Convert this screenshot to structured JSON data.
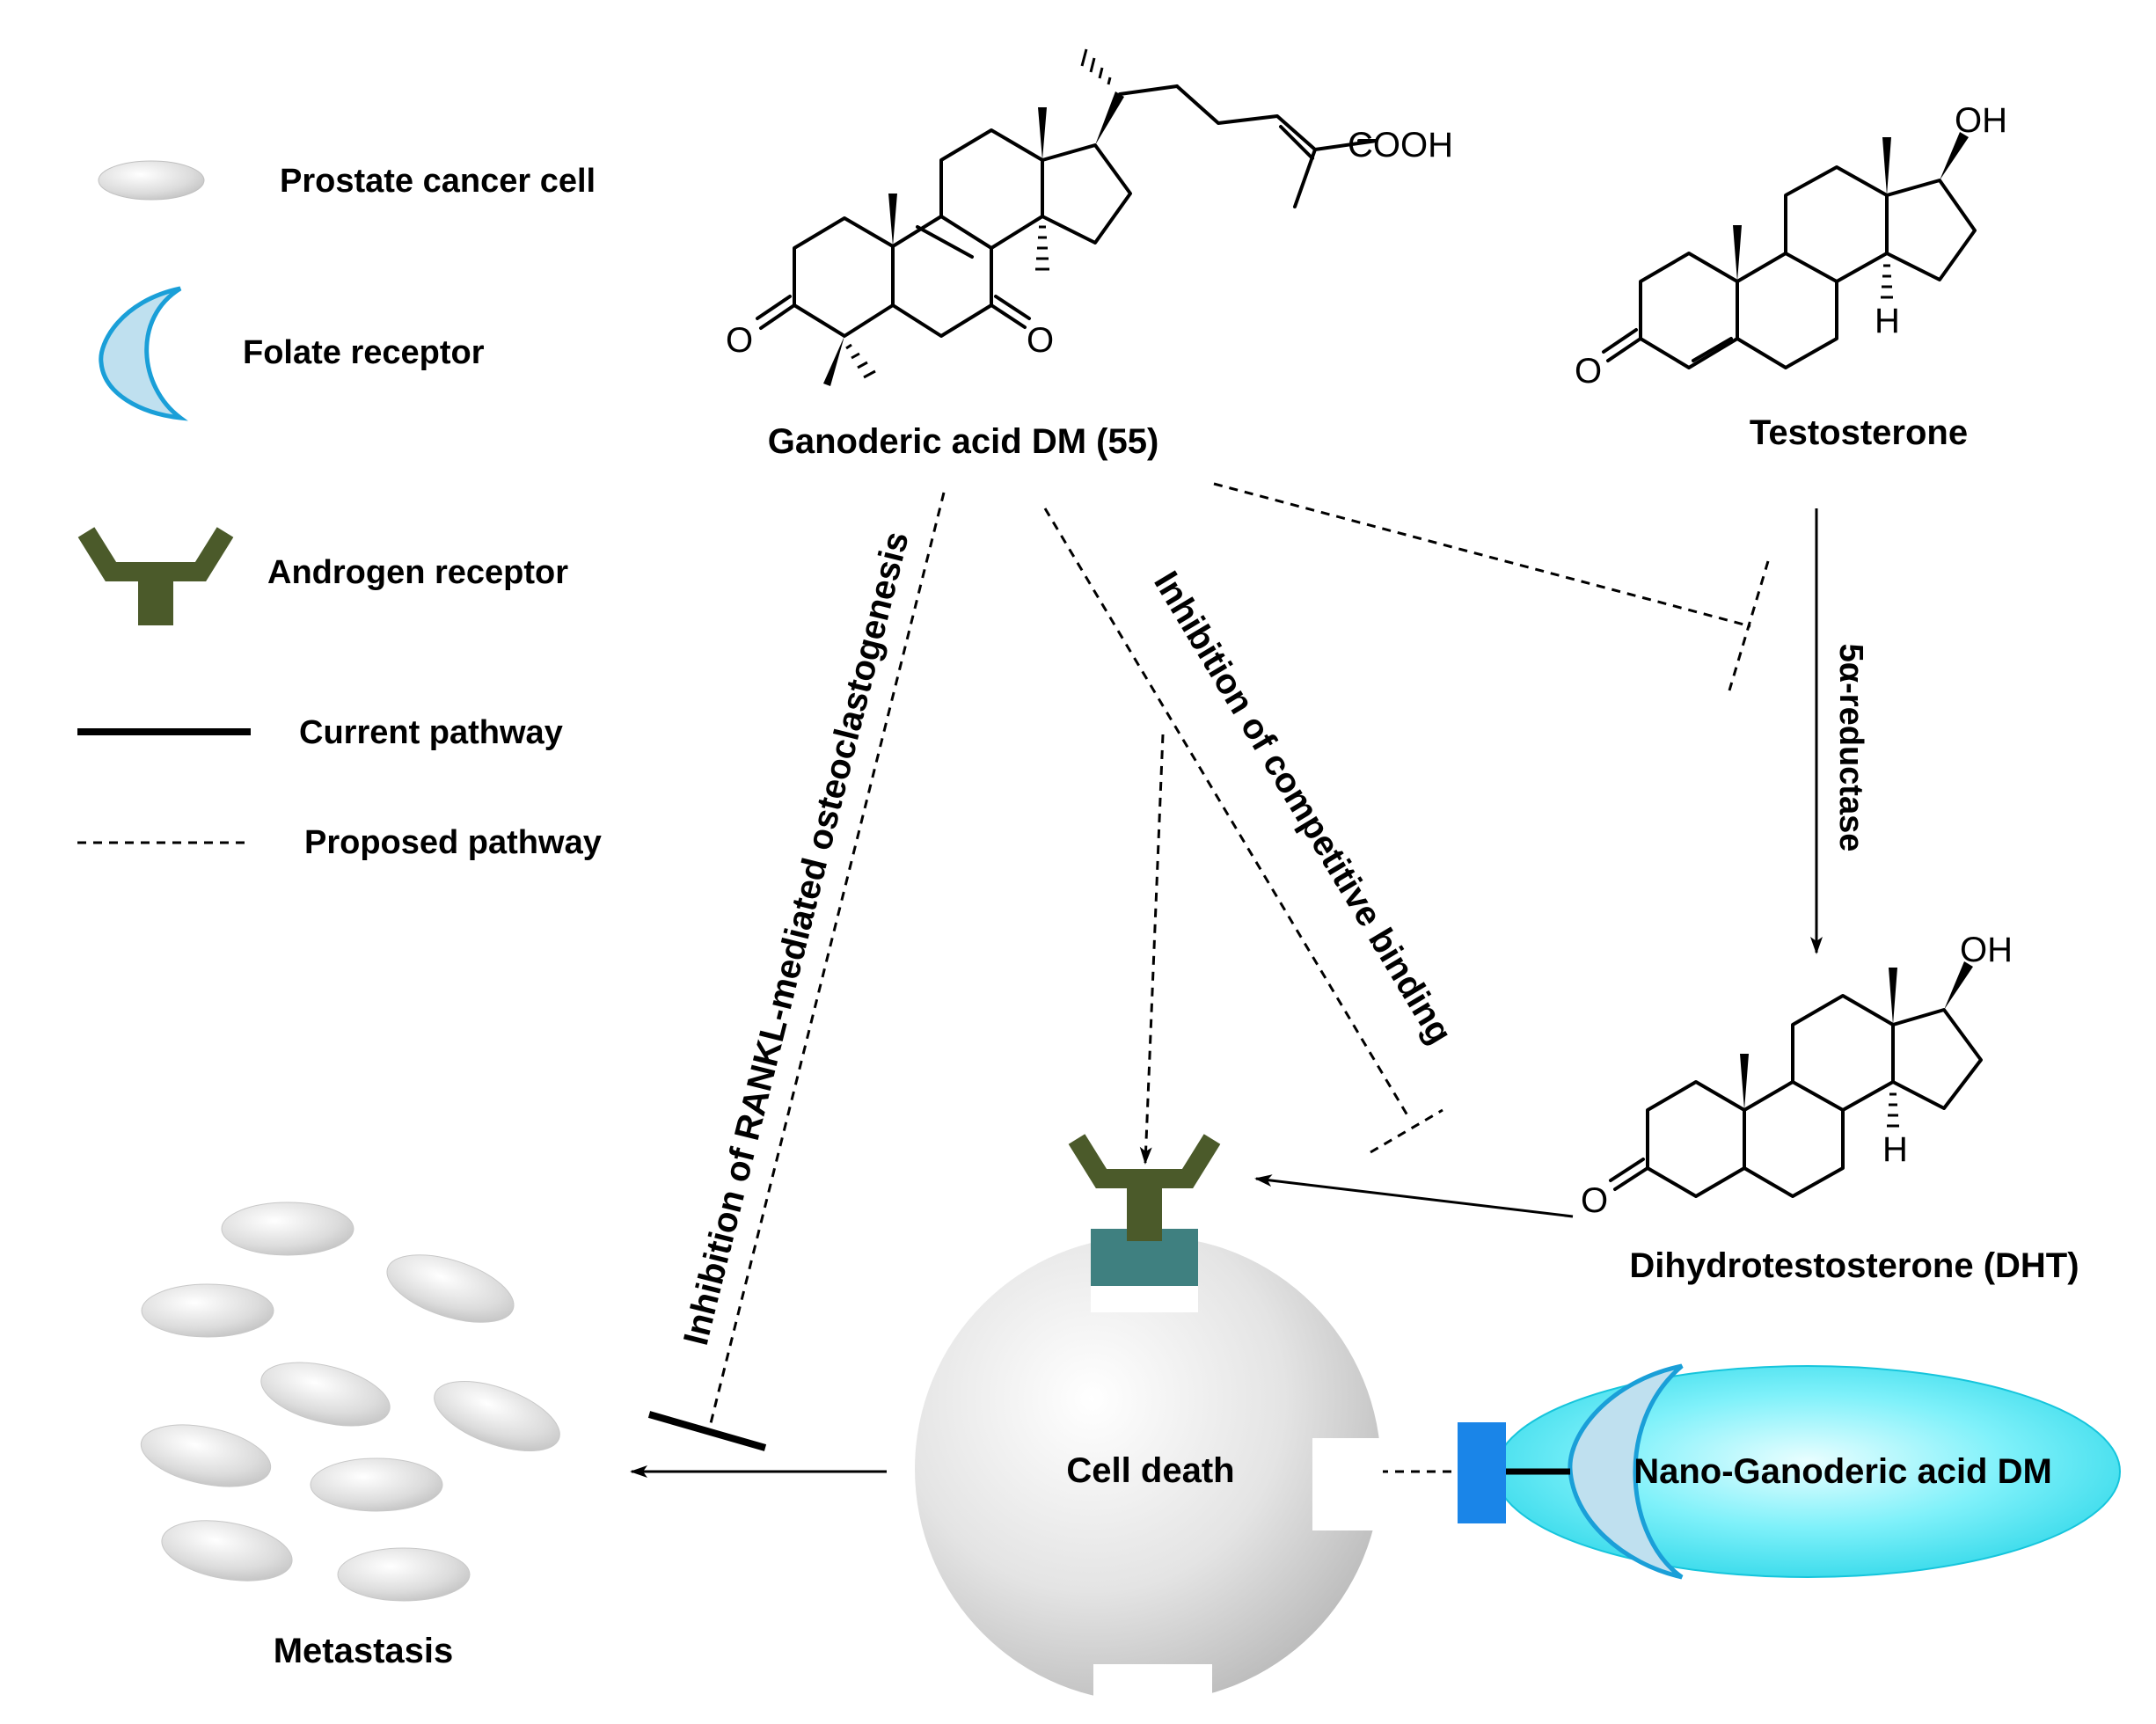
{
  "legend": {
    "prostate_cancer_cell": "Prostate cancer cell",
    "folate_receptor": "Folate receptor",
    "androgen_receptor": "Androgen receptor",
    "current_pathway": "Current pathway",
    "proposed_pathway": "Proposed pathway"
  },
  "compounds": {
    "ganoderic_acid": {
      "name": "Ganoderic acid DM (55)",
      "cooh": "COOH",
      "oxo": "O"
    },
    "testosterone": {
      "name": "Testosterone",
      "oh": "OH",
      "h": "H",
      "oxo": "O"
    },
    "dht": {
      "name": "Dihydrotestosterone (DHT)",
      "oh": "OH",
      "h": "H",
      "oxo": "O"
    }
  },
  "pathways": {
    "rankl": "Inhibition of RANKL-mediated osteoclastogenesis",
    "competitive": "Inhibition of competitive binding",
    "reductase": "5α-reductase"
  },
  "nodes": {
    "cell_death": "Cell death",
    "metastasis": "Metastasis",
    "nano": "Nano-Ganoderic acid DM"
  },
  "colors": {
    "androgen_receptor": "#4b5a2a",
    "receptor_base": "#3f8080",
    "folate_fill": "#bfe0ef",
    "folate_stroke": "#1a9fd8",
    "nano_fill": "#3fe3f2",
    "blue_block": "#1a85e8",
    "cell_gray": "#d8d8d8"
  }
}
